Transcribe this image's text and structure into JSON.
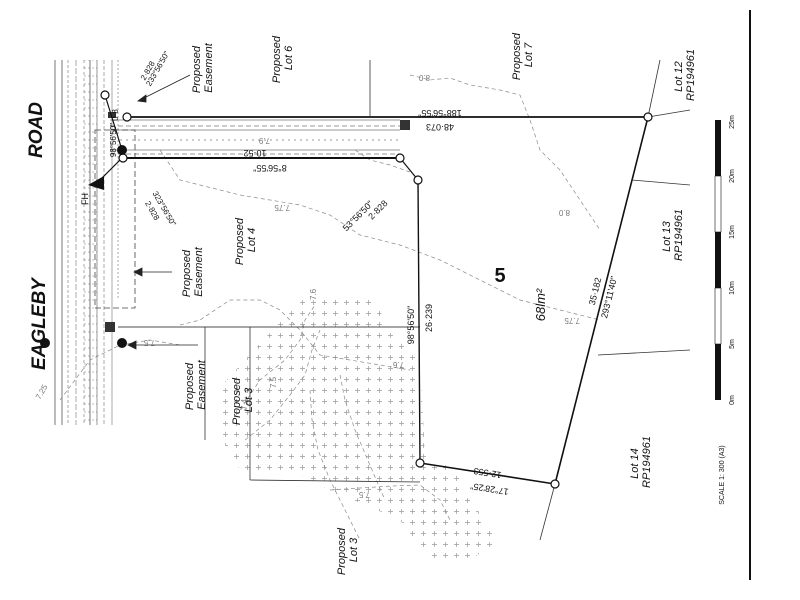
{
  "road": {
    "word1": "EAGLEBY",
    "word2": "ROAD"
  },
  "fh_label": "FH",
  "lot": {
    "number": "5",
    "area": "68lm²"
  },
  "proposed_labels": {
    "lot6": [
      "Proposed",
      "Lot 6"
    ],
    "lot7": [
      "Proposed",
      "Lot 7"
    ],
    "lot4": [
      "Proposed",
      "Lot 4"
    ],
    "lot3a": [
      "Proposed",
      "Lot 3"
    ],
    "lot3b": [
      "Proposed",
      "Lot 3"
    ],
    "easement_top": [
      "Proposed",
      "Easement"
    ],
    "easement_mid": [
      "Proposed",
      "Easement"
    ],
    "easement_bottom": [
      "Proposed",
      "Easement"
    ]
  },
  "rp_labels": {
    "lot12": [
      "Lot 12",
      "RP194961"
    ],
    "lot13": [
      "Lot 13",
      "RP194961"
    ],
    "lot14": [
      "Lot 14",
      "RP194961"
    ]
  },
  "bearings": {
    "top_boundary": "188°56'55\"",
    "top_distance": "48·073",
    "inner_bearing": "8°56'55\"",
    "inner_distance": "10·52",
    "left_bearing": "98°56'50\"",
    "left_distance": "26·239",
    "diag_bearing": "53°56'50\"",
    "diag_distance": "2·828",
    "bottom_bearing": "17°28'25\"",
    "bottom_distance": "12·553",
    "right_bearing": "293°11'40\"",
    "right_distance": "35·182",
    "corner_top_bearing": "233°56'50\"",
    "corner_top_distance": "2·828",
    "corner_low_bearing": "323°56'50\"",
    "corner_low_distance": "2·828",
    "small_bearing": "98°56'50\"",
    "small_distance": "0·8"
  },
  "contours": [
    "7.5",
    "7.6",
    "7.9",
    "7.6",
    "7.5",
    "7.25",
    "8.0",
    "8.0",
    "7.75",
    "7.75",
    "7.4",
    "7.5"
  ],
  "scale": {
    "ticks": [
      "0m",
      "5m",
      "10m",
      "15m",
      "20m",
      "25m"
    ],
    "caption": "SCALE 1: 300 (A3)"
  }
}
